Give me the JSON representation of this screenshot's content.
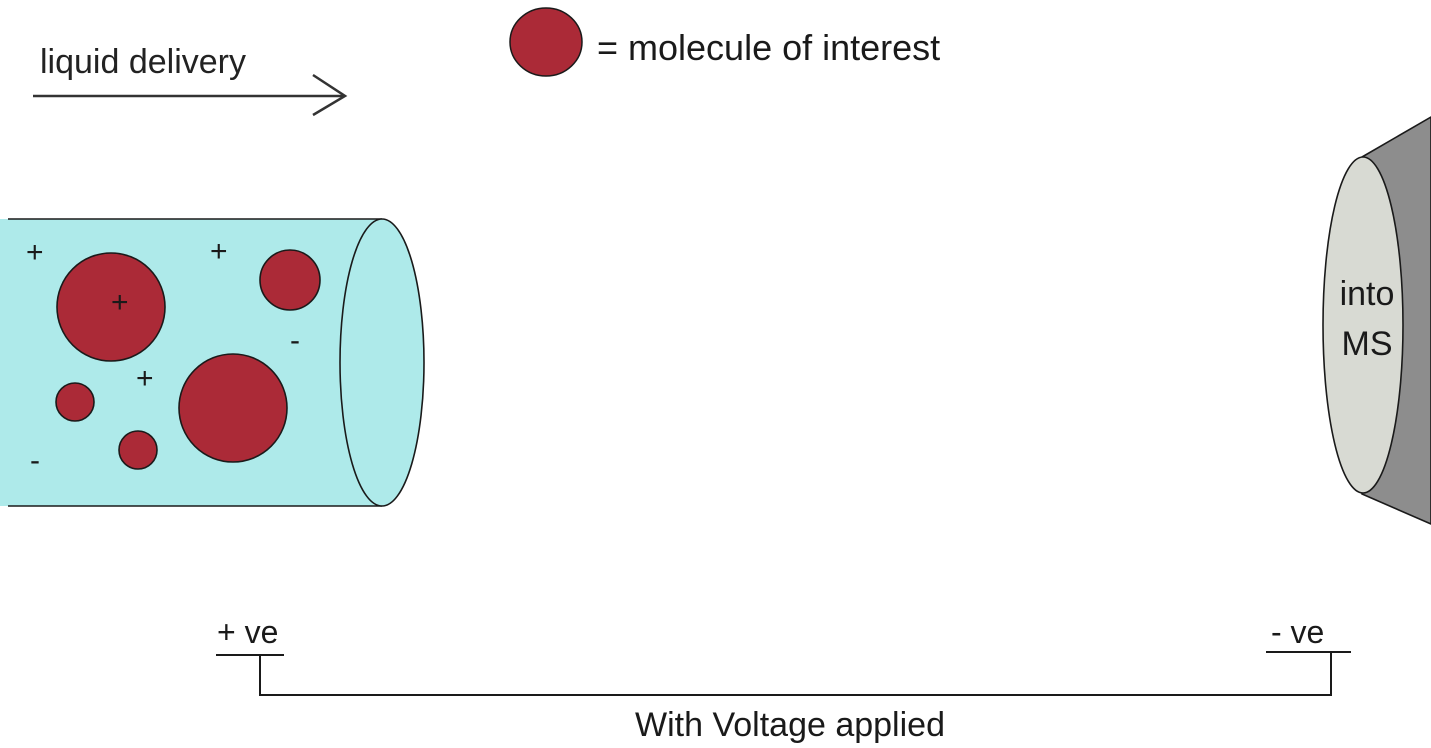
{
  "flow": {
    "label": "liquid delivery"
  },
  "legend": {
    "label": "= molecule of interest"
  },
  "capillary": {
    "charges": [
      "+",
      "+",
      "+",
      "+",
      "-",
      "-"
    ]
  },
  "ms_inlet": {
    "line1": "into",
    "line2": "MS"
  },
  "circuit": {
    "positive_label": "+ ve",
    "negative_label": "- ve",
    "caption": "With Voltage applied"
  },
  "colors": {
    "liquid": "#aeeaea",
    "molecule": "#ab2a37",
    "inlet_face": "#d8dad3",
    "inlet_body": "#8d8d8d",
    "stroke": "#1a1a1a"
  }
}
